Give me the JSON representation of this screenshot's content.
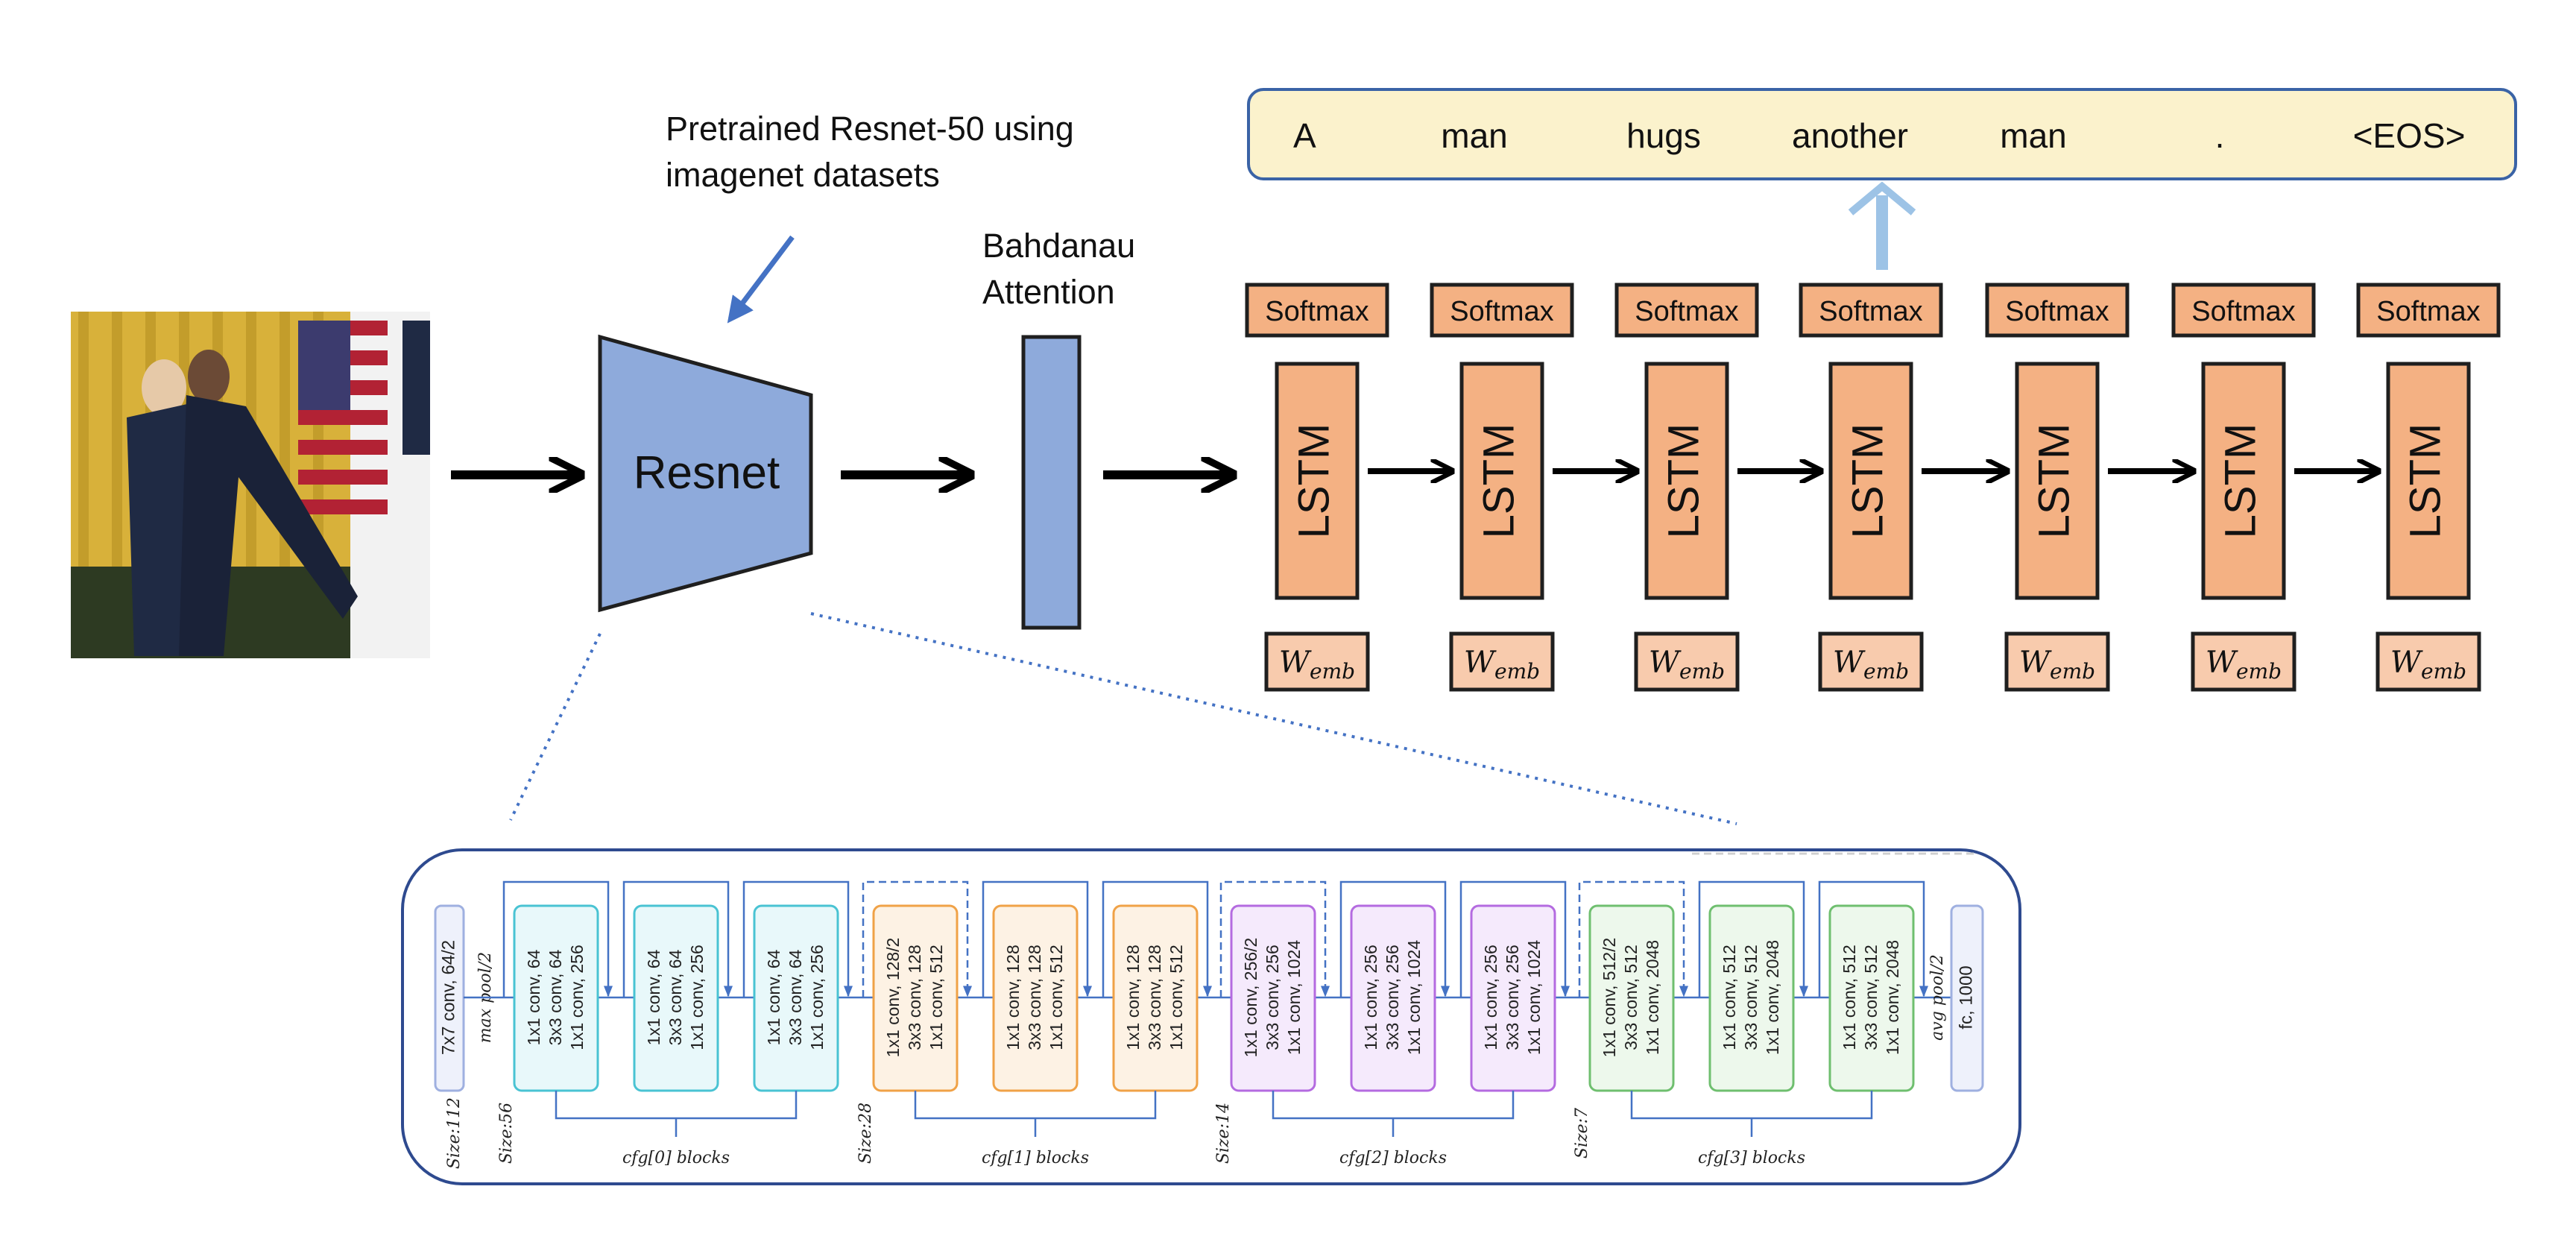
{
  "caption": {
    "words": [
      "A",
      "man",
      "hugs",
      "another",
      "man",
      ".",
      "<EOS>"
    ],
    "fill": "#fbf2cc",
    "stroke": "#3a63a6"
  },
  "resnet_note": {
    "line1": "Pretrained Resnet-50 using",
    "line2": "imagenet datasets"
  },
  "attention": {
    "line1": "Bahdanau",
    "line2": "Attention",
    "fill": "#8eaadb",
    "stroke": "#1f1f1f"
  },
  "resnet_block": {
    "label": "Resnet",
    "fill": "#8eaadb",
    "stroke": "#1f1f1f"
  },
  "photo": {
    "icon": "photo-image",
    "colors": {
      "curtain": "#d8b13a",
      "suit": "#1f2a44",
      "flag_red": "#b22234",
      "flag_blue": "#3c3b6e"
    }
  },
  "decoder": {
    "softmax_label": "Softmax",
    "lstm_label": "LSTM",
    "emb_base": "W",
    "emb_sub": "emb",
    "steps": 7,
    "fill": "#f4b183",
    "emb_fill": "#f8cbad",
    "stroke": "#1f1f1f",
    "up_arrow_color": "#9dc3e6"
  },
  "resnet_detail": {
    "border": "#2e4a8f",
    "first_conv": "7x7 conv, 64/2",
    "max_pool": "max pool/2",
    "avg_pool": "avg pool/2",
    "fc": "fc, 1000",
    "stages": [
      {
        "size": "Size:56",
        "cfg": "cfg[0] blocks",
        "color": "#49c3d3",
        "fill": "#e8f8fa",
        "blocks": [
          [
            "1x1 conv,  64",
            "3x3 conv,  64",
            "1x1 conv,  256"
          ],
          [
            "1x1 conv,  64",
            "3x3 conv,  64",
            "1x1 conv,  256"
          ],
          [
            "1x1 conv,  64",
            "3x3 conv,  64",
            "1x1 conv,  256"
          ]
        ]
      },
      {
        "size": "Size:28",
        "cfg": "cfg[1] blocks",
        "color": "#f0a247",
        "fill": "#fdf2e4",
        "blocks": [
          [
            "1x1 conv,  128/2",
            "3x3 conv,  128",
            "1x1 conv,  512"
          ],
          [
            "1x1 conv,  128",
            "3x3 conv,  128",
            "1x1 conv,  512"
          ],
          [
            "1x1 conv,  128",
            "3x3 conv,  128",
            "1x1 conv,  512"
          ]
        ]
      },
      {
        "size": "Size:14",
        "cfg": "cfg[2] blocks",
        "color": "#b46be0",
        "fill": "#f5eafc",
        "blocks": [
          [
            "1x1 conv,  256/2",
            "3x3 conv,  256",
            "1x1 conv,  1024"
          ],
          [
            "1x1 conv,  256",
            "3x3 conv,  256",
            "1x1 conv,  1024"
          ],
          [
            "1x1 conv,  256",
            "3x3 conv,  256",
            "1x1 conv,  1024"
          ]
        ]
      },
      {
        "size": "Size:7",
        "cfg": "cfg[3] blocks",
        "color": "#6fbf6f",
        "fill": "#edf8ec",
        "blocks": [
          [
            "1x1 conv,  512/2",
            "3x3 conv,  512",
            "1x1 conv,  2048"
          ],
          [
            "1x1 conv,  512",
            "3x3 conv,  512",
            "1x1 conv,  2048"
          ],
          [
            "1x1 conv,  512",
            "3x3 conv,  512",
            "1x1 conv,  2048"
          ]
        ]
      }
    ],
    "first_size": "Size:112",
    "first_fill": "#eef1fb",
    "first_stroke": "#9fb0e0",
    "line_color": "#4472c4"
  }
}
